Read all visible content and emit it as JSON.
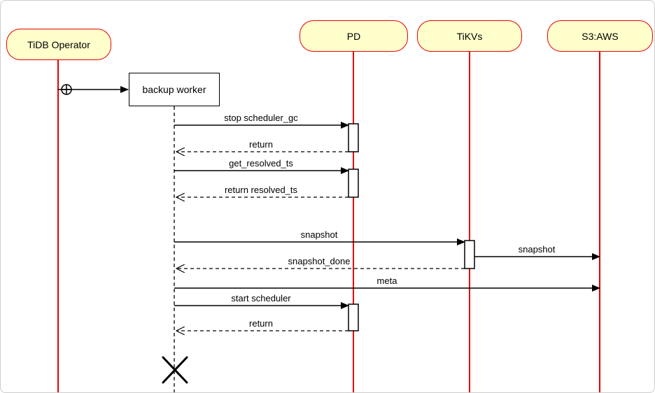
{
  "diagram": {
    "actors": [
      {
        "label": "TiDB Operator"
      },
      {
        "label": "PD"
      },
      {
        "label": "TiKVs"
      },
      {
        "label": "S3:AWS"
      }
    ],
    "worker": {
      "label": "backup worker"
    },
    "messages": [
      {
        "label": "stop scheduler_gc",
        "kind": "call",
        "from": "backup worker",
        "to": "PD"
      },
      {
        "label": "return",
        "kind": "return",
        "from": "PD",
        "to": "backup worker"
      },
      {
        "label": "get_resolved_ts",
        "kind": "call",
        "from": "backup worker",
        "to": "PD"
      },
      {
        "label": "return resolved_ts",
        "kind": "return",
        "from": "PD",
        "to": "backup worker"
      },
      {
        "label": "snapshot",
        "kind": "call",
        "from": "backup worker",
        "to": "TiKVs"
      },
      {
        "label": "snapshot",
        "kind": "call",
        "from": "TiKVs",
        "to": "S3:AWS"
      },
      {
        "label": "snapshot_done",
        "kind": "return",
        "from": "TiKVs",
        "to": "backup worker"
      },
      {
        "label": "meta",
        "kind": "call",
        "from": "backup worker",
        "to": "S3:AWS"
      },
      {
        "label": "start scheduler",
        "kind": "call",
        "from": "backup worker",
        "to": "PD"
      },
      {
        "label": "return",
        "kind": "return",
        "from": "PD",
        "to": "backup worker"
      }
    ],
    "colors": {
      "actor_fill": "#ffffcc",
      "actor_border": "#e60000",
      "lifeline": "#e60000",
      "worker_border": "#000000",
      "message": "#000000",
      "page_border": "#cccccc"
    }
  }
}
